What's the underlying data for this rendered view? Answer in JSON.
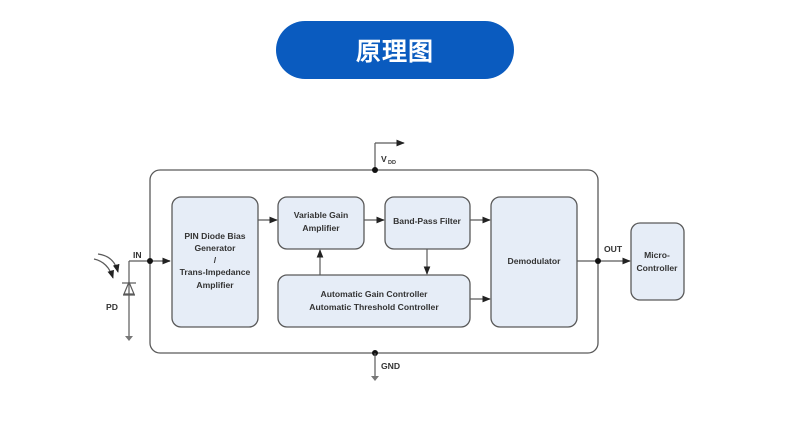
{
  "header": {
    "title": "原理图"
  },
  "diagram": {
    "pins": {
      "vdd": "V",
      "vdd_sub": "DD",
      "gnd": "GND",
      "in": "IN",
      "out": "OUT",
      "pd": "PD"
    },
    "blocks": {
      "pin_diode": [
        "PIN Diode Bias",
        "Generator",
        "/",
        "Trans-Impedance",
        "Amplifier"
      ],
      "vga": [
        "Variable Gain",
        "Amplifier"
      ],
      "bpf": [
        "Band-Pass Filter"
      ],
      "agc": [
        "Automatic Gain Controller",
        "Automatic Threshold Controller"
      ],
      "demod": [
        "Demodulator"
      ],
      "mcu": [
        "Micro-",
        "Controller"
      ]
    },
    "colors": {
      "title_bg": "#0a5bbf",
      "block_fill": "#e6edf7",
      "line": "#5a5a5a"
    }
  }
}
